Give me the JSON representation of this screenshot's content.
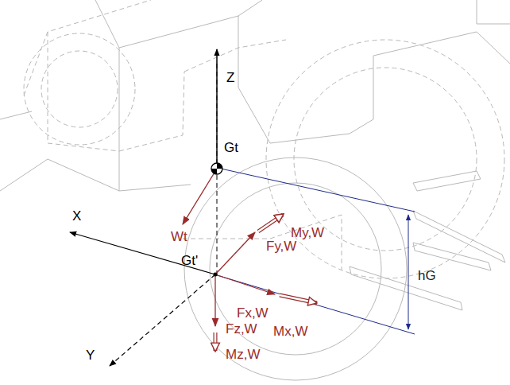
{
  "diagram": {
    "labels": [
      "Z",
      "Gt",
      "X",
      "Wt",
      "My,W",
      "Fy,W",
      "Gt'",
      "Fx,W",
      "Mx,W",
      "Fz,W",
      "Mz,W",
      "hG",
      "Y"
    ]
  }
}
